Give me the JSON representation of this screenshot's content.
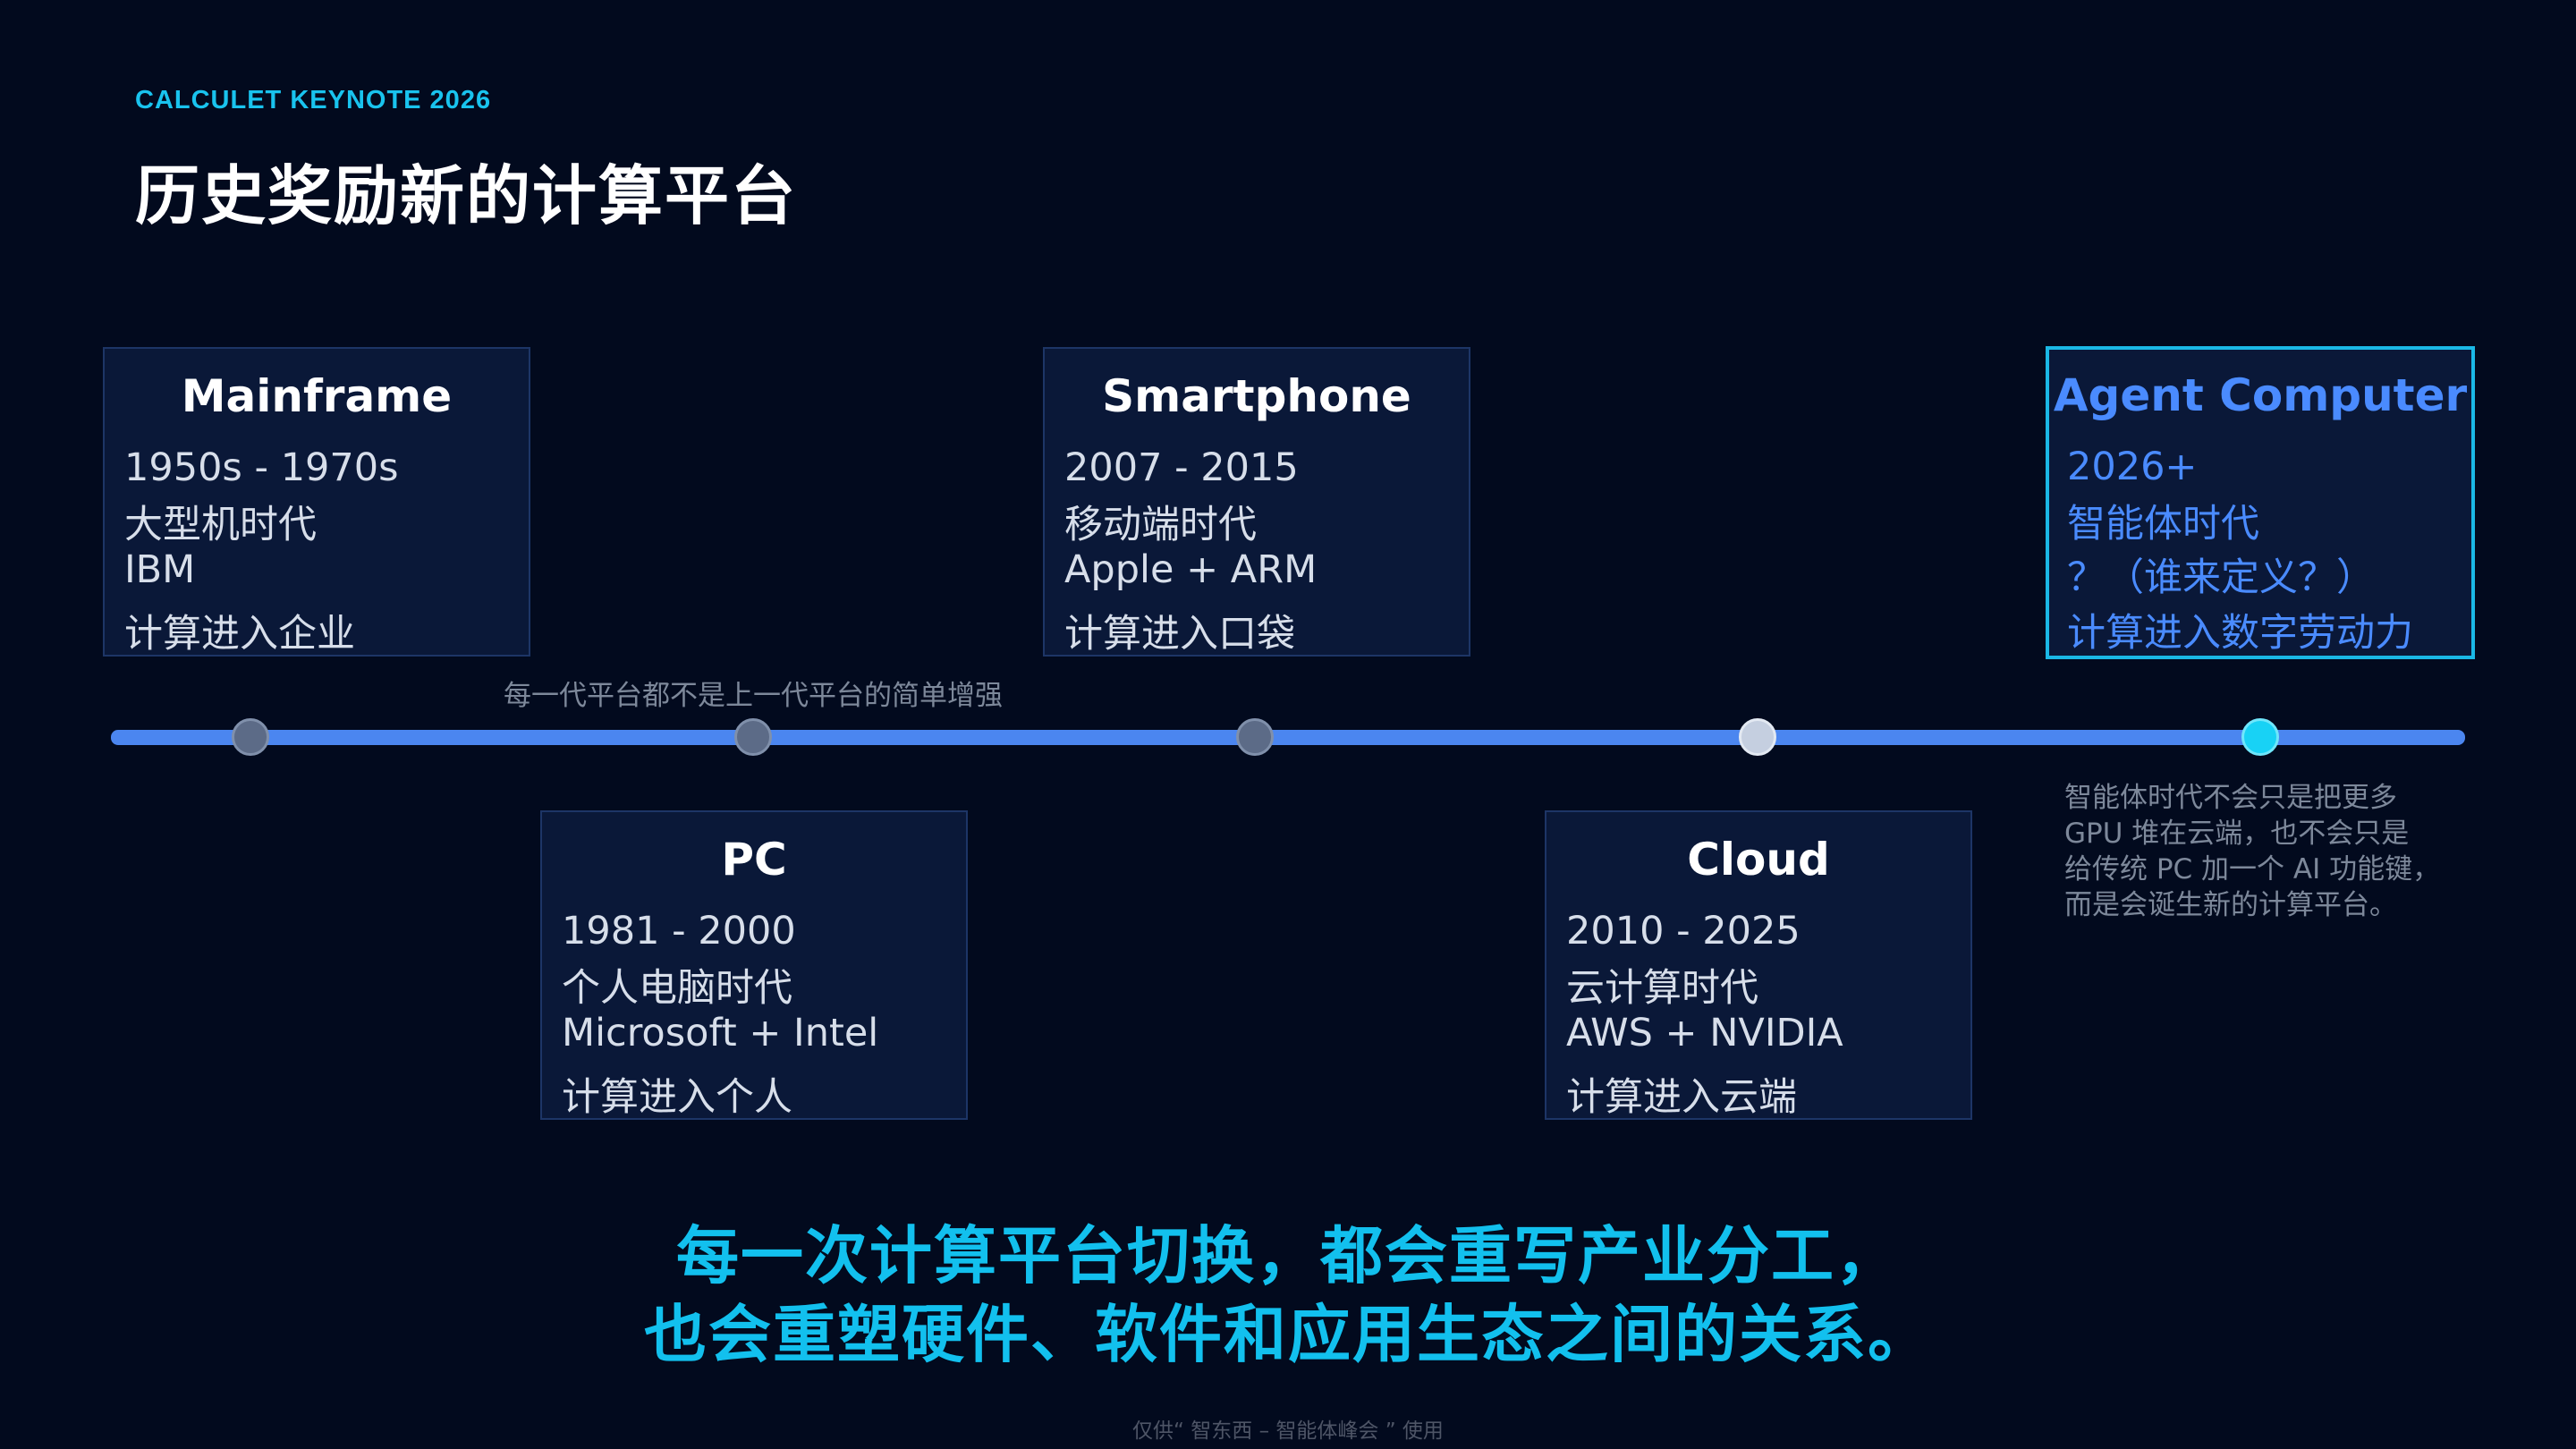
{
  "header": {
    "kicker": "CALCULET KEYNOTE 2026",
    "title": "历史奖励新的计算平台"
  },
  "eras": [
    {
      "name": "Mainframe",
      "years": "1950s - 1970s",
      "era": "大型机时代",
      "players": "IBM",
      "meaning": "计算进入企业"
    },
    {
      "name": "PC",
      "years": "1981 - 2000",
      "era": "个人电脑时代",
      "players": "Microsoft + Intel",
      "meaning": "计算进入个人"
    },
    {
      "name": "Smartphone",
      "years": "2007 - 2015",
      "era": "移动端时代",
      "players": "Apple + ARM",
      "meaning": "计算进入口袋"
    },
    {
      "name": "Cloud",
      "years": "2010 - 2025",
      "era": "云计算时代",
      "players": "AWS + NVIDIA",
      "meaning": "计算进入云端"
    },
    {
      "name": "Agent Computer",
      "years": "2026+",
      "era": "智能体时代",
      "players": "？（谁来定义？）",
      "meaning": "计算进入数字劳动力"
    }
  ],
  "timeline_note": "每一代平台都不是上一代平台的简单增强",
  "side_note": [
    "智能体时代不会只是把更多",
    "GPU 堆在云端，也不会只是",
    "给传统 PC 加一个 AI 功能键，",
    "而是会诞生新的计算平台。"
  ],
  "conclusion": [
    "每一次计算平台切换，都会重写产业分工，",
    "也会重塑硬件、软件和应用生态之间的关系。"
  ],
  "footer": "仅供“ 智东西 – 智能体峰会 ” 使用",
  "colors": {
    "background": "#020a1e",
    "accent_cyan": "#12c0ee",
    "highlight_blue": "#4a8bff",
    "timeline": "#4b86f0"
  }
}
